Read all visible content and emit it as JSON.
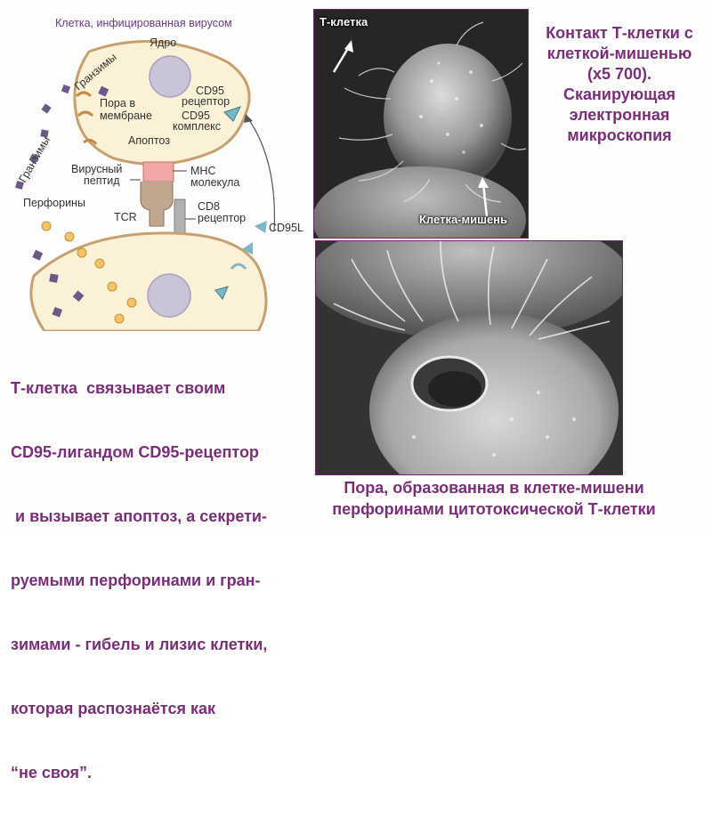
{
  "diagram": {
    "title": "Клетка, инфицированная вирусом",
    "labels": {
      "nucleus": "Ядро",
      "granzymes_1": "Гранзимы",
      "granzymes_2": "Гранзимы",
      "pore_line1": "Пора в",
      "pore_line2": "мембране",
      "cd95_receptor_line1": "CD95",
      "cd95_receptor_line2": "рецептор",
      "cd95_complex_line1": "CD95",
      "cd95_complex_line2": "комплекс",
      "apoptosis": "Апоптоз",
      "viral_peptide_line1": "Вирусный",
      "viral_peptide_line2": "пептид",
      "mhc_line1": "MHC",
      "mhc_line2": "молекула",
      "perforins": "Перфорины",
      "cd8_line1": "CD8",
      "cd8_line2": "рецептор",
      "tcr": "TCR",
      "cd95l": "CD95L"
    },
    "colors": {
      "cell_fill": "#fbf1d6",
      "cell_stroke": "#c8a070",
      "nucleus": "#c9c4d8",
      "granzyme": "#6b5a86",
      "perforin": "#f2c46a",
      "receptor": "#7ab8c8",
      "mhc": "#f2a6a8",
      "peptide": "#e02020",
      "title": "#6a3a8a"
    }
  },
  "photo_top": {
    "label_tcell": "Т-клетка",
    "label_target": "Клетка-мишень"
  },
  "caption_right": [
    "Контакт Т-клетки с",
    "клеткой-мишенью",
    "(x5 700).",
    "Сканирующая",
    "электронная",
    "микроскопия"
  ],
  "caption_left": [
    "Т-клетка  связывает своим",
    "CD95-лигандом CD95-рецептор",
    " и вызывает апоптоз, а секрети-",
    "руемыми перфоринами и гран-",
    "зимами - гибель и лизис клетки,",
    "которая распознаётся как",
    "“не своя”."
  ],
  "caption_bottom": [
    "Пора, образованная в клетке-мишени",
    "перфоринами цитотоксической Т-клетки"
  ],
  "colors": {
    "caption": "#7a2e7a",
    "photo_border": "#6a2a6a"
  }
}
